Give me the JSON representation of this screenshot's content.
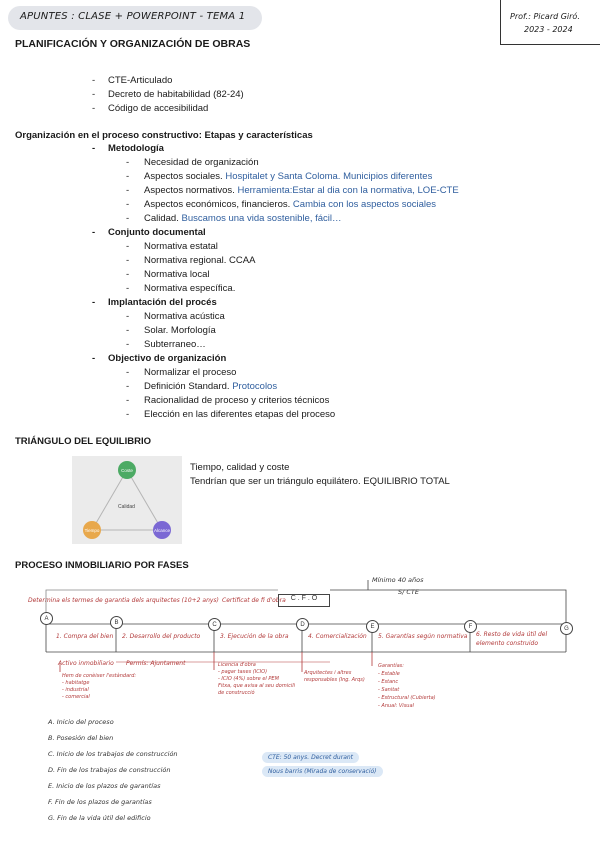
{
  "header": {
    "notebook_title": "APUNTES : CLASE + POWERPOINT - TEMA 1",
    "professor": "Prof.: Picard Giró.",
    "year": "2023 - 2024"
  },
  "title": "PLANIFICACIÓN Y ORGANIZACIÓN DE OBRAS",
  "references": [
    "CTE-Articulado",
    "Decreto de habitabilidad (82-24)",
    "Código de accesibilidad"
  ],
  "organizacion": {
    "heading": "Organización en el proceso constructivo: Etapas y características",
    "groups": [
      {
        "label": "Metodología",
        "items": [
          {
            "text": "Necesidad de organización",
            "note": ""
          },
          {
            "text": "Aspectos sociales.",
            "note": "Hospitalet y Santa Coloma. Municipios diferentes"
          },
          {
            "text": "Aspectos normativos.",
            "note": "Herramienta:Estar al dia con la normativa, LOE-CTE"
          },
          {
            "text": "Aspectos económicos, financieros.",
            "note": "Cambia con los aspectos sociales"
          },
          {
            "text": "Calidad.",
            "note": "Buscamos una vida sostenible, fácil…"
          }
        ]
      },
      {
        "label": "Conjunto documental",
        "items": [
          {
            "text": "Normativa estatal",
            "note": ""
          },
          {
            "text": "Normativa regional. CCAA",
            "note": ""
          },
          {
            "text": "Normativa local",
            "note": ""
          },
          {
            "text": "Normativa específica.",
            "note": ""
          }
        ]
      },
      {
        "label": "Implantación del procés",
        "items": [
          {
            "text": "Normativa acústica",
            "note": ""
          },
          {
            "text": "Solar. Morfología",
            "note": ""
          },
          {
            "text": "Subterraneo…",
            "note": ""
          }
        ]
      },
      {
        "label": "Objectivo de organización",
        "items": [
          {
            "text": "Normalizar el proceso",
            "note": ""
          },
          {
            "text": "Definición Standard.",
            "note": "Protocolos"
          },
          {
            "text": "Racionalidad de proceso y criterios técnicos",
            "note": ""
          },
          {
            "text": "Elección en las diferentes etapas del proceso",
            "note": ""
          }
        ]
      }
    ]
  },
  "triangulo": {
    "heading": "TRIÁNGULO DEL EQUILIBRIO",
    "nodes": {
      "top": "Coste",
      "left": "Tiempo",
      "right": "Alcance"
    },
    "center_label": "Calidad",
    "node_colors": {
      "top": "#4caa64",
      "left": "#e8a84c",
      "right": "#7b68d4"
    },
    "text_line1": "Tiempo, calidad y coste",
    "text_line2": "Tendrían que ser un triángulo equilátero. EQUILIBRIO TOTAL"
  },
  "proceso": {
    "heading": "PROCESO INMOBILIARIO POR FASES",
    "top_note_right": "Mínimo 40 años",
    "top_note_right2": "S/ CTE",
    "cfo": "C . F . O",
    "top_note_left": "Determina els termes de garantia dels arquitectes (10+2 anys)",
    "top_note_mid": "Certificat de fi d'obra",
    "markers": [
      "A",
      "B",
      "C",
      "D",
      "E",
      "F",
      "G"
    ],
    "steps": [
      "1. Compra del bien",
      "2. Desarrollo del producto",
      "3. Ejecución de la obra",
      "4. Comercialización",
      "5. Garantías según normativa",
      "6. Resto de vida útil del elemento construido"
    ],
    "annot_1": "Activo inmobiliario",
    "annot_1b": "Permís: Ajuntament",
    "annot_1c": [
      "Hem de conèixer l'estàndard:",
      "- habitatge",
      "- industrial",
      "- comercial"
    ],
    "annot_3": [
      "Licencia d'obra",
      "- pagar taxes (ICIO)",
      "- ICIO (4%) sobre el PEM",
      "Fitxa, que avisa al seu domicili de construcció"
    ],
    "annot_4": [
      "Arquitectes i altres responsables (Ing. Arqs)"
    ],
    "annot_5": [
      "Garantías:",
      "- Estable",
      "- Estanc",
      "- Sanitat",
      "- Estructural (Cubierta)",
      "- Anual: Visual"
    ],
    "legend": [
      "A. Inicio del proceso",
      "B. Posesión del bien",
      "C. Inicio de los trabajos de construcción",
      "D. Fin de los trabajos de construcción",
      "E. Inicio de los plazos de garantías",
      "F. Fin de los plazos de garantías",
      "G. Fin de la vida útil del edificio"
    ],
    "note_box1": "CTE: 50 anys. Decret durant",
    "note_box2": "Nous barris (Mirada de conservació)"
  }
}
